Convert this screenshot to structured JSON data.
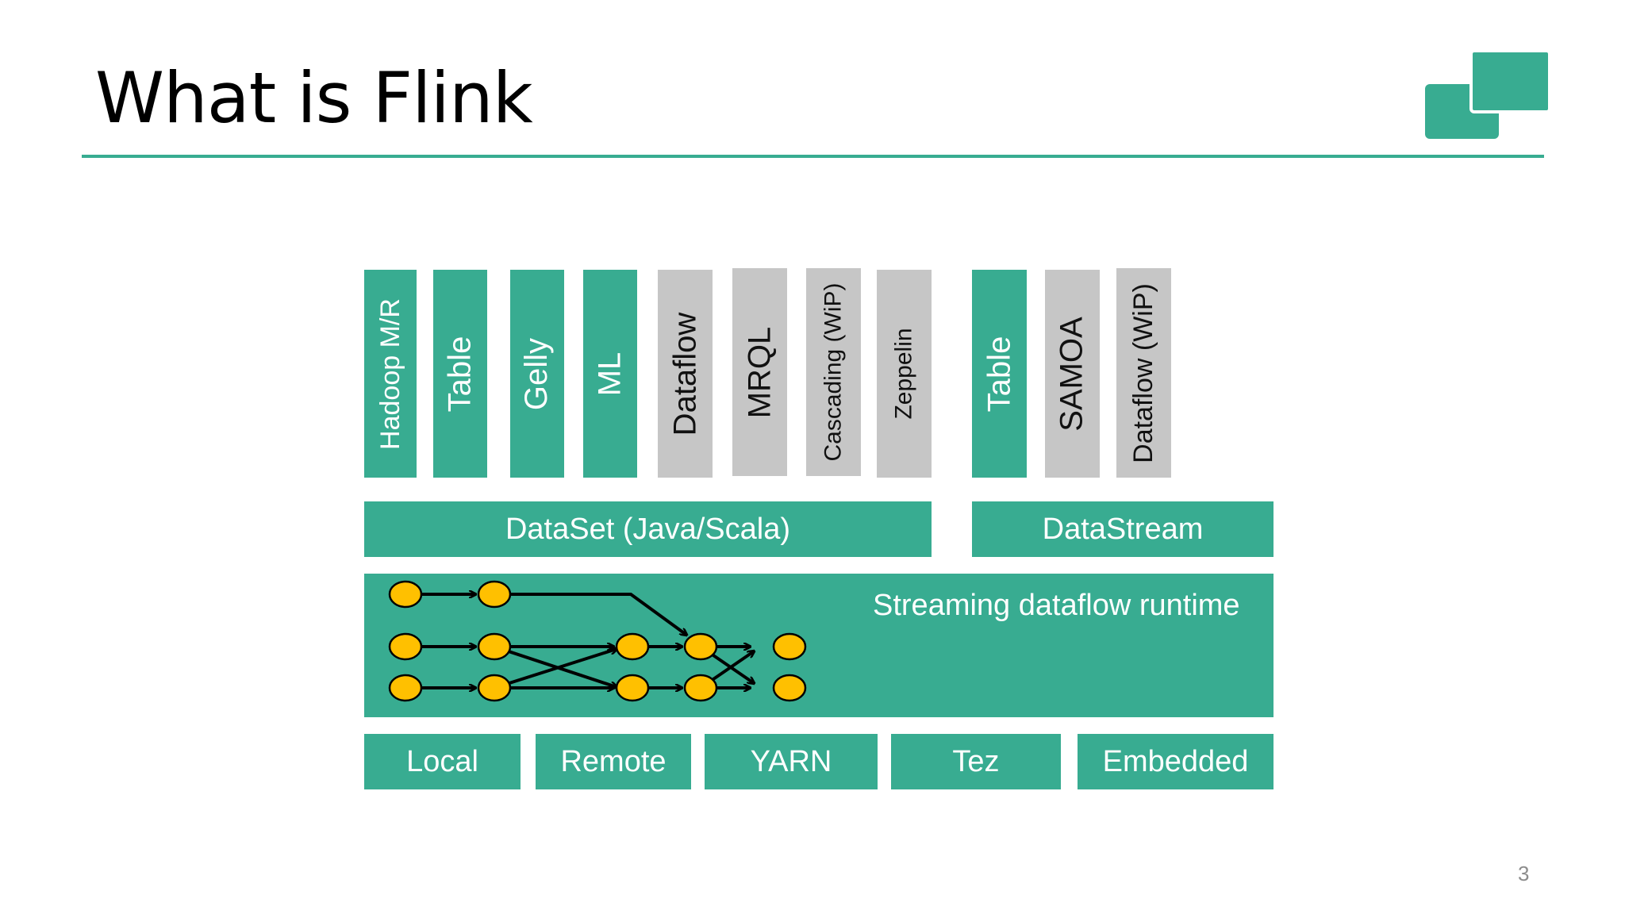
{
  "slide": {
    "title": "What is Flink",
    "page_number": "3",
    "accent_color": "#38ac91",
    "gray_color": "#c6c6c6",
    "node_color": "#ffc000"
  },
  "libraries": {
    "dataset_libs": [
      {
        "label": "Hadoop M/R",
        "style": "green"
      },
      {
        "label": "Table",
        "style": "green"
      },
      {
        "label": "Gelly",
        "style": "green"
      },
      {
        "label": "ML",
        "style": "green"
      },
      {
        "label": "Dataflow",
        "style": "gray"
      },
      {
        "label": "MRQL",
        "style": "gray"
      },
      {
        "label": "Cascading (WiP)",
        "style": "gray"
      },
      {
        "label": "Zeppelin",
        "style": "gray"
      }
    ],
    "datastream_libs": [
      {
        "label": "Table",
        "style": "green"
      },
      {
        "label": "SAMOA",
        "style": "gray"
      },
      {
        "label": "Dataflow (WiP)",
        "style": "gray"
      }
    ]
  },
  "apis": {
    "dataset": "DataSet (Java/Scala)",
    "datastream": "DataStream"
  },
  "runtime": {
    "label": "Streaming dataflow runtime"
  },
  "deployment": [
    "Local",
    "Remote",
    "YARN",
    "Tez",
    "Embedded"
  ],
  "logo": {
    "icon": "flink-logo-icon"
  }
}
